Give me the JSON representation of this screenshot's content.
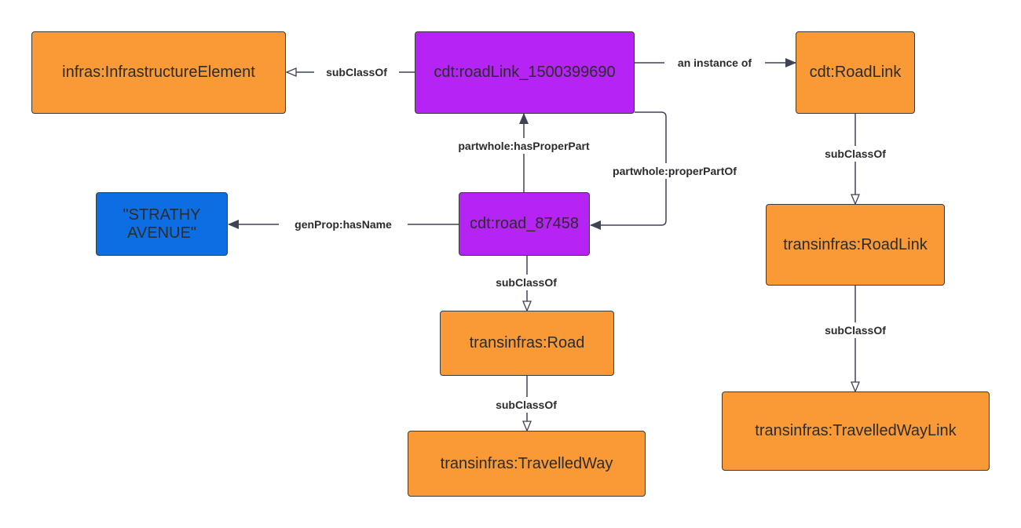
{
  "nodes": {
    "infrastructure_element": "infras:InfrastructureElement",
    "road_link_instance": "cdt:roadLink_1500399690",
    "road_link_class": "cdt:RoadLink",
    "strathy_avenue": "\"STRATHY AVENUE\"",
    "road_instance": "cdt:road_87458",
    "transinfras_road_link": "transinfras:RoadLink",
    "transinfras_road": "transinfras:Road",
    "transinfras_travelled_way_link": "transinfras:TravelledWayLink",
    "transinfras_travelled_way": "transinfras:TravelledWay"
  },
  "edges": {
    "roadlink_subclassof_infra": "subClassOf",
    "roadlink_instance_of": "an instance of",
    "has_proper_part": "partwhole:hasProperPart",
    "proper_part_of": "partwhole:properPartOf",
    "has_name": "genProp:hasName",
    "road_subclassof": "subClassOf",
    "transinfras_road_subclassof": "subClassOf",
    "cdt_roadlink_subclassof": "subClassOf",
    "transinfras_roadlink_subclassof": "subClassOf"
  },
  "colors": {
    "class_node": "#fa9a36",
    "instance_node": "#b624f5",
    "literal_node": "#0d6ee3",
    "edge": "#3f4454"
  }
}
